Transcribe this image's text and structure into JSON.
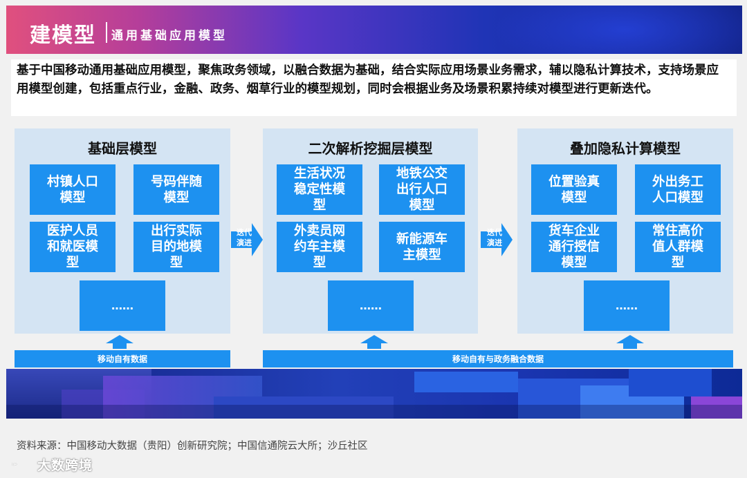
{
  "header": {
    "title": "建模型",
    "subtitle": "通用基础应用模型"
  },
  "intro": "基于中国移动通用基础应用模型，聚焦政务领域，以融合数据为基础，结合实际应用场景业务需求，辅以隐私计算技术，支持场景应用模型创建，包括重点行业，金融、政务、烟草行业的模型规划，同时会根据业务及场景积累持续对模型进行更新迭代。",
  "sections": [
    {
      "title": "基础层模型",
      "models": [
        "村镇人口\n模型",
        "号码伴随\n模型",
        "医护人员\n和就医模\n型",
        "出行实际\n目的地模\n型"
      ],
      "more": "……"
    },
    {
      "title": "二次解析挖掘层模型",
      "models": [
        "生活状况\n稳定性模\n型",
        "地铁公交\n出行人口\n模型",
        "外卖员网\n约车主模\n型",
        "新能源车\n主模型"
      ],
      "more": "……"
    },
    {
      "title": "叠加隐私计算模型",
      "models": [
        "位置验真\n模型",
        "外出务工\n人口模型",
        "货车企业\n通行授信\n模型",
        "常住高价\n值人群模\n型"
      ],
      "more": "……"
    }
  ],
  "iteration_label": "迭代\n演进",
  "data_sources": {
    "left": "移动自有数据",
    "right": "移动自有与政务融合数据"
  },
  "source_note": "资料来源：中国移动大数据（贵阳）创新研究院；中国信通院云大所；沙丘社区",
  "watermark": "大数跨境",
  "colors": {
    "model_blue": "#1d91f0",
    "section_bg": "#d4e4f3"
  }
}
